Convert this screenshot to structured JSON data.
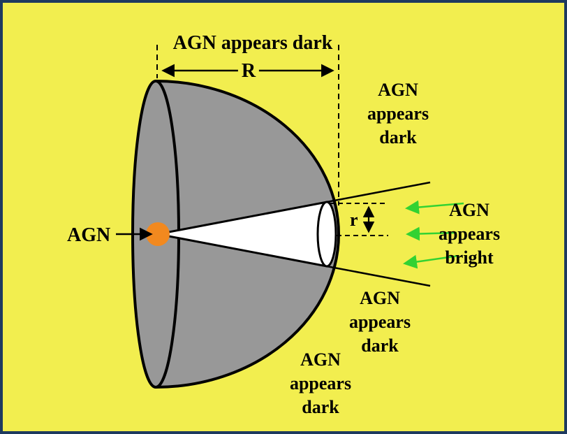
{
  "colors": {
    "background": "#F2EE4F",
    "border": "#1E3A5F",
    "dome": "#989898",
    "cone": "#FFFFFF",
    "agn_dot": "#F2891F",
    "green_arrow": "#32D232",
    "outline": "#000000"
  },
  "labels": {
    "top_caption": "AGN appears dark",
    "top_right": "AGN appears dark",
    "agn": "AGN",
    "radius_large": "R",
    "radius_small": "r",
    "bright": "AGN appears bright",
    "bottom_right": "AGN appears dark",
    "bottom": "AGN appears dark"
  }
}
